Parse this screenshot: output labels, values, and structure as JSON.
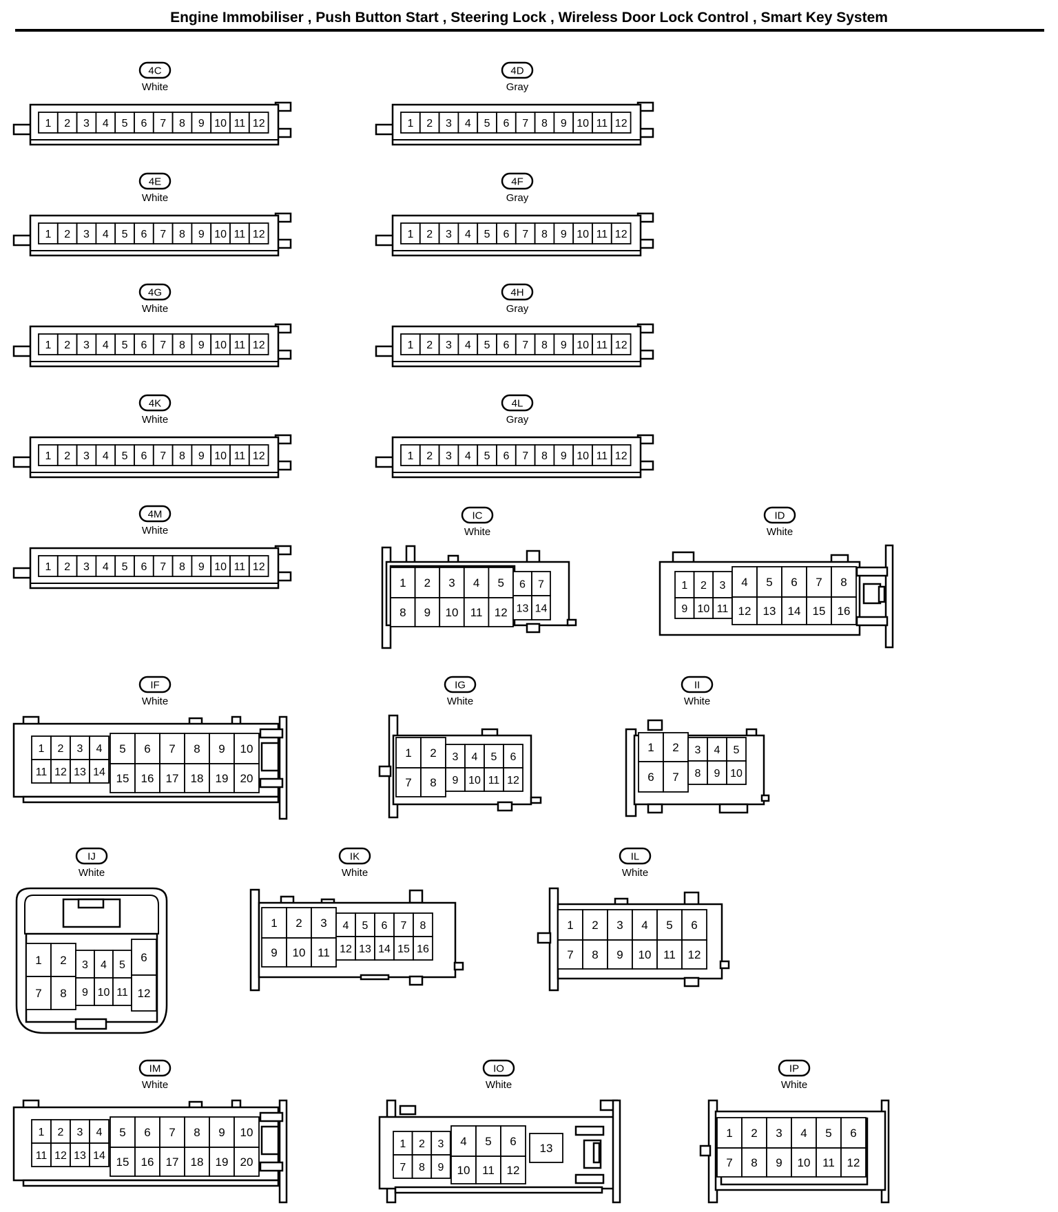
{
  "header": {
    "title": "Engine Immobiliser , Push Button Start , Steering Lock , Wireless Door Lock Control , Smart Key System"
  },
  "connectors": [
    {
      "code": "4C",
      "color": "White",
      "pins": [
        "1",
        "2",
        "3",
        "4",
        "5",
        "6",
        "7",
        "8",
        "9",
        "10",
        "11",
        "12"
      ]
    },
    {
      "code": "4D",
      "color": "Gray",
      "pins": [
        "1",
        "2",
        "3",
        "4",
        "5",
        "6",
        "7",
        "8",
        "9",
        "10",
        "11",
        "12"
      ]
    },
    {
      "code": "4E",
      "color": "White",
      "pins": [
        "1",
        "2",
        "3",
        "4",
        "5",
        "6",
        "7",
        "8",
        "9",
        "10",
        "11",
        "12"
      ]
    },
    {
      "code": "4F",
      "color": "Gray",
      "pins": [
        "1",
        "2",
        "3",
        "4",
        "5",
        "6",
        "7",
        "8",
        "9",
        "10",
        "11",
        "12"
      ]
    },
    {
      "code": "4G",
      "color": "White",
      "pins": [
        "1",
        "2",
        "3",
        "4",
        "5",
        "6",
        "7",
        "8",
        "9",
        "10",
        "11",
        "12"
      ]
    },
    {
      "code": "4H",
      "color": "Gray",
      "pins": [
        "1",
        "2",
        "3",
        "4",
        "5",
        "6",
        "7",
        "8",
        "9",
        "10",
        "11",
        "12"
      ]
    },
    {
      "code": "4K",
      "color": "White",
      "pins": [
        "1",
        "2",
        "3",
        "4",
        "5",
        "6",
        "7",
        "8",
        "9",
        "10",
        "11",
        "12"
      ]
    },
    {
      "code": "4L",
      "color": "Gray",
      "pins": [
        "1",
        "2",
        "3",
        "4",
        "5",
        "6",
        "7",
        "8",
        "9",
        "10",
        "11",
        "12"
      ]
    },
    {
      "code": "4M",
      "color": "White",
      "pins": [
        "1",
        "2",
        "3",
        "4",
        "5",
        "6",
        "7",
        "8",
        "9",
        "10",
        "11",
        "12"
      ]
    },
    {
      "code": "IC",
      "color": "White",
      "pins": [
        "1",
        "2",
        "3",
        "4",
        "5",
        "6",
        "7",
        "8",
        "9",
        "10",
        "11",
        "12",
        "13",
        "14"
      ]
    },
    {
      "code": "ID",
      "color": "White",
      "pins": [
        "1",
        "2",
        "3",
        "4",
        "5",
        "6",
        "7",
        "8",
        "9",
        "10",
        "11",
        "12",
        "13",
        "14",
        "15",
        "16"
      ]
    },
    {
      "code": "IF",
      "color": "White",
      "pins": [
        "1",
        "2",
        "3",
        "4",
        "5",
        "6",
        "7",
        "8",
        "9",
        "10",
        "11",
        "12",
        "13",
        "14",
        "15",
        "16",
        "17",
        "18",
        "19",
        "20"
      ]
    },
    {
      "code": "IG",
      "color": "White",
      "pins": [
        "1",
        "2",
        "3",
        "4",
        "5",
        "6",
        "7",
        "8",
        "9",
        "10",
        "11",
        "12"
      ]
    },
    {
      "code": "II",
      "color": "White",
      "pins": [
        "1",
        "2",
        "3",
        "4",
        "5",
        "6",
        "7",
        "8",
        "9",
        "10"
      ]
    },
    {
      "code": "IJ",
      "color": "White",
      "pins": [
        "1",
        "2",
        "3",
        "4",
        "5",
        "6",
        "7",
        "8",
        "9",
        "10",
        "11",
        "12"
      ]
    },
    {
      "code": "IK",
      "color": "White",
      "pins": [
        "1",
        "2",
        "3",
        "4",
        "5",
        "6",
        "7",
        "8",
        "9",
        "10",
        "11",
        "12",
        "13",
        "14",
        "15",
        "16"
      ]
    },
    {
      "code": "IL",
      "color": "White",
      "pins": [
        "1",
        "2",
        "3",
        "4",
        "5",
        "6",
        "7",
        "8",
        "9",
        "10",
        "11",
        "12"
      ]
    },
    {
      "code": "IM",
      "color": "White",
      "pins": [
        "1",
        "2",
        "3",
        "4",
        "5",
        "6",
        "7",
        "8",
        "9",
        "10",
        "11",
        "12",
        "13",
        "14",
        "15",
        "16",
        "17",
        "18",
        "19",
        "20"
      ]
    },
    {
      "code": "IO",
      "color": "White",
      "pins": [
        "1",
        "2",
        "3",
        "4",
        "5",
        "6",
        "7",
        "8",
        "9",
        "10",
        "11",
        "12",
        "13"
      ]
    },
    {
      "code": "IP",
      "color": "White",
      "pins": [
        "1",
        "2",
        "3",
        "4",
        "5",
        "6",
        "7",
        "8",
        "9",
        "10",
        "11",
        "12"
      ]
    }
  ]
}
